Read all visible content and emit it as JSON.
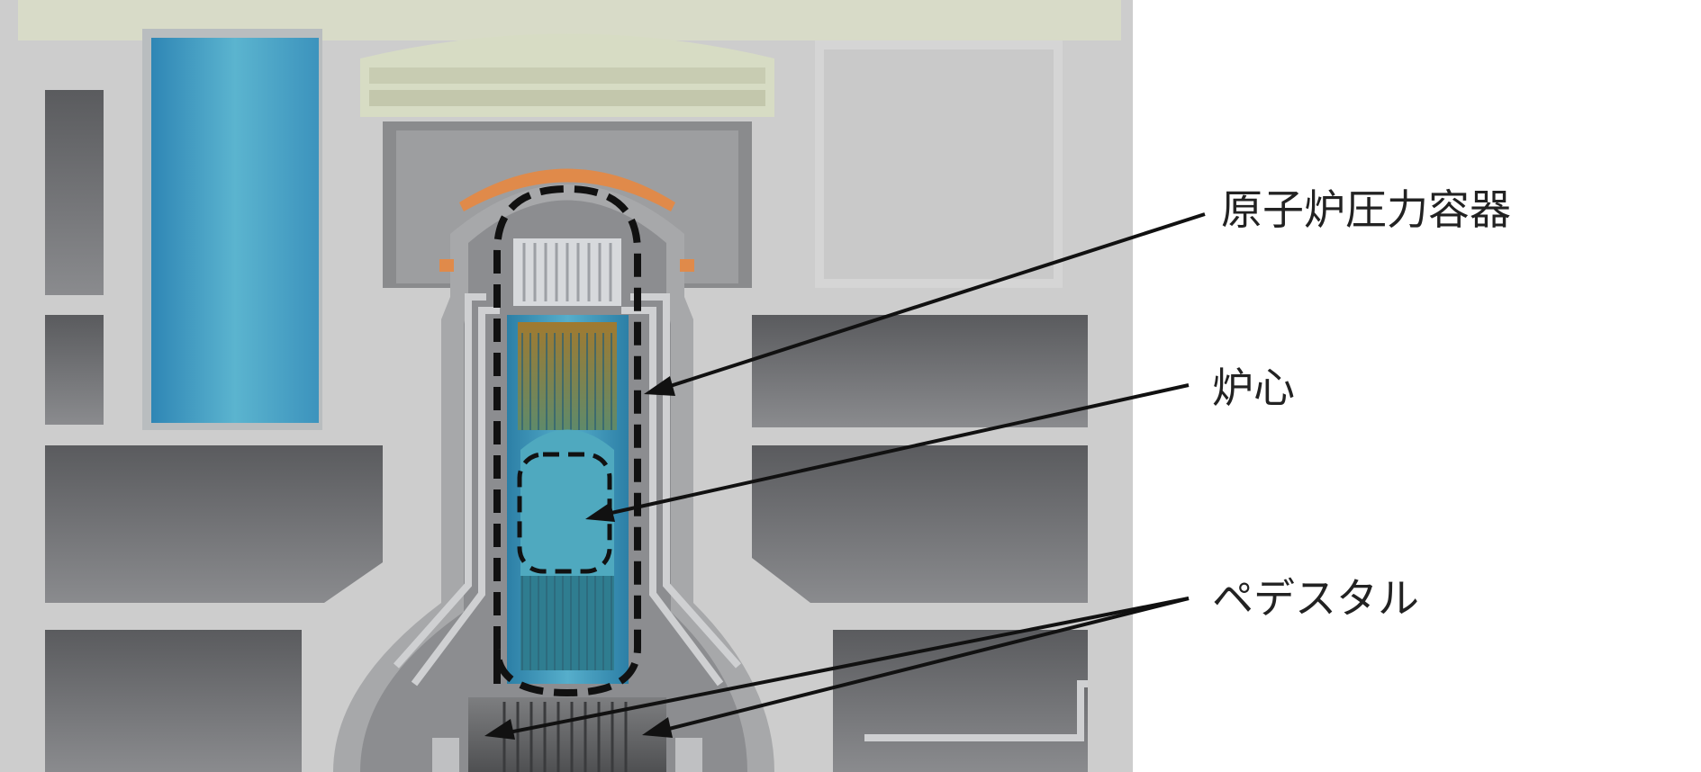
{
  "labels": {
    "pressure_vessel": "原子炉圧力容器",
    "core": "炉心",
    "pedestal": "ペデスタル"
  },
  "colors": {
    "concrete": "#cfcfcf",
    "concrete_dark": "#b8b8b8",
    "room_shadow": "#6f7072",
    "pool_water": "#4aa3c8",
    "dome": "#d7dcc4",
    "vessel_water": "#3c9cbc",
    "orange_cap": "#e08a4a",
    "arrow": "#111111"
  }
}
